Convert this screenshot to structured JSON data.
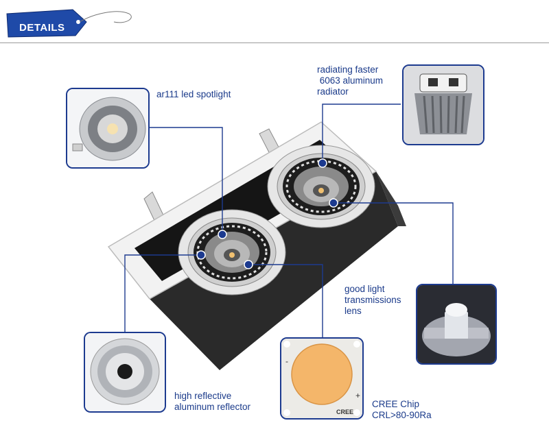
{
  "header": {
    "tag_label": "DETAILS"
  },
  "callouts": {
    "spotlight": {
      "label": "ar111 led spotlight"
    },
    "radiator": {
      "lines": [
        "radiating faster",
        " 6063 aluminum",
        "radiator"
      ]
    },
    "lens": {
      "lines": [
        "good light",
        "transmissions",
        "lens"
      ]
    },
    "reflector": {
      "lines": [
        "high reflective",
        "aluminum reflector"
      ]
    },
    "chip": {
      "lines": [
        "CREE Chip",
        "CRL>80-90Ra"
      ],
      "chip_brand": "CREE",
      "minus_sign": "-",
      "plus_sign": "+"
    }
  },
  "colors": {
    "accent": "#1c3a8f",
    "tag_fill": "#1f4aa8",
    "label": "#1a3a8a",
    "chip": "#f4b66a"
  }
}
